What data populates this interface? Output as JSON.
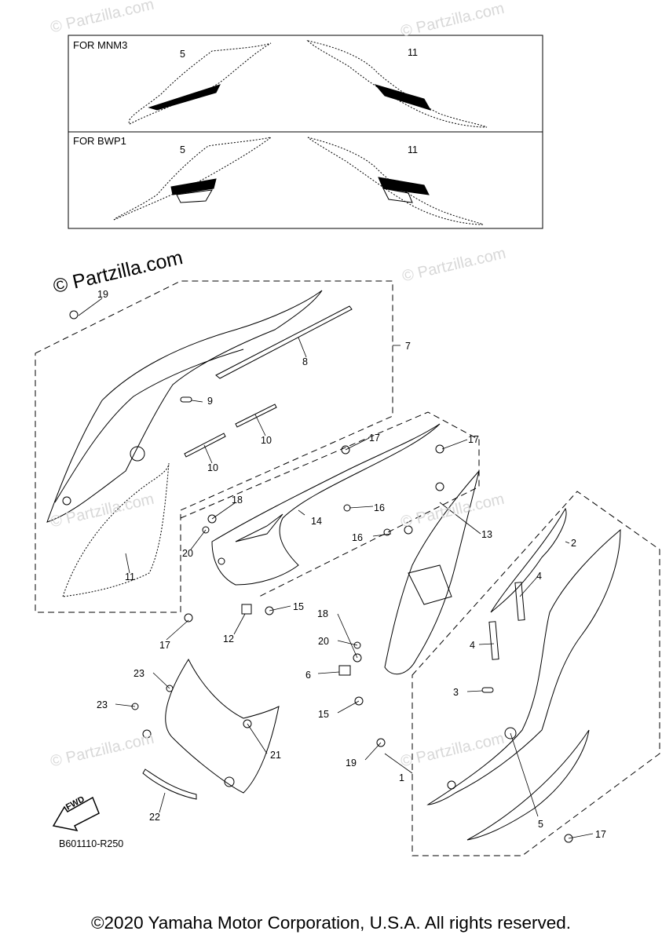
{
  "watermark": {
    "small_text": "© Partzilla.com",
    "main_text": "© Partzilla.com"
  },
  "variant_boxes": [
    {
      "label": "FOR MNM3",
      "left_part": "5",
      "right_part": "11"
    },
    {
      "label": "FOR BWP1",
      "left_part": "5",
      "right_part": "11"
    }
  ],
  "callouts": {
    "c19a": "19",
    "c8": "8",
    "c7": "7",
    "c9": "9",
    "c10a": "10",
    "c10b": "10",
    "c11": "11",
    "c17a": "17",
    "c17b": "17",
    "c17c": "17",
    "c17d": "17",
    "c18a": "18",
    "c20a": "20",
    "c14": "14",
    "c16a": "16",
    "c16b": "16",
    "c13": "13",
    "c15a": "15",
    "c12": "12",
    "c2": "2",
    "c4a": "4",
    "c4b": "4",
    "c18b": "18",
    "c20b": "20",
    "c6": "6",
    "c15b": "15",
    "c3": "3",
    "c23a": "23",
    "c23b": "23",
    "c21": "21",
    "c22": "22",
    "c19b": "19",
    "c1": "1",
    "c5": "5"
  },
  "fwd_badge": "FWD",
  "reference_code": "B601110-R250",
  "copyright": "©2020 Yamaha Motor Corporation, U.S.A. All rights reserved."
}
